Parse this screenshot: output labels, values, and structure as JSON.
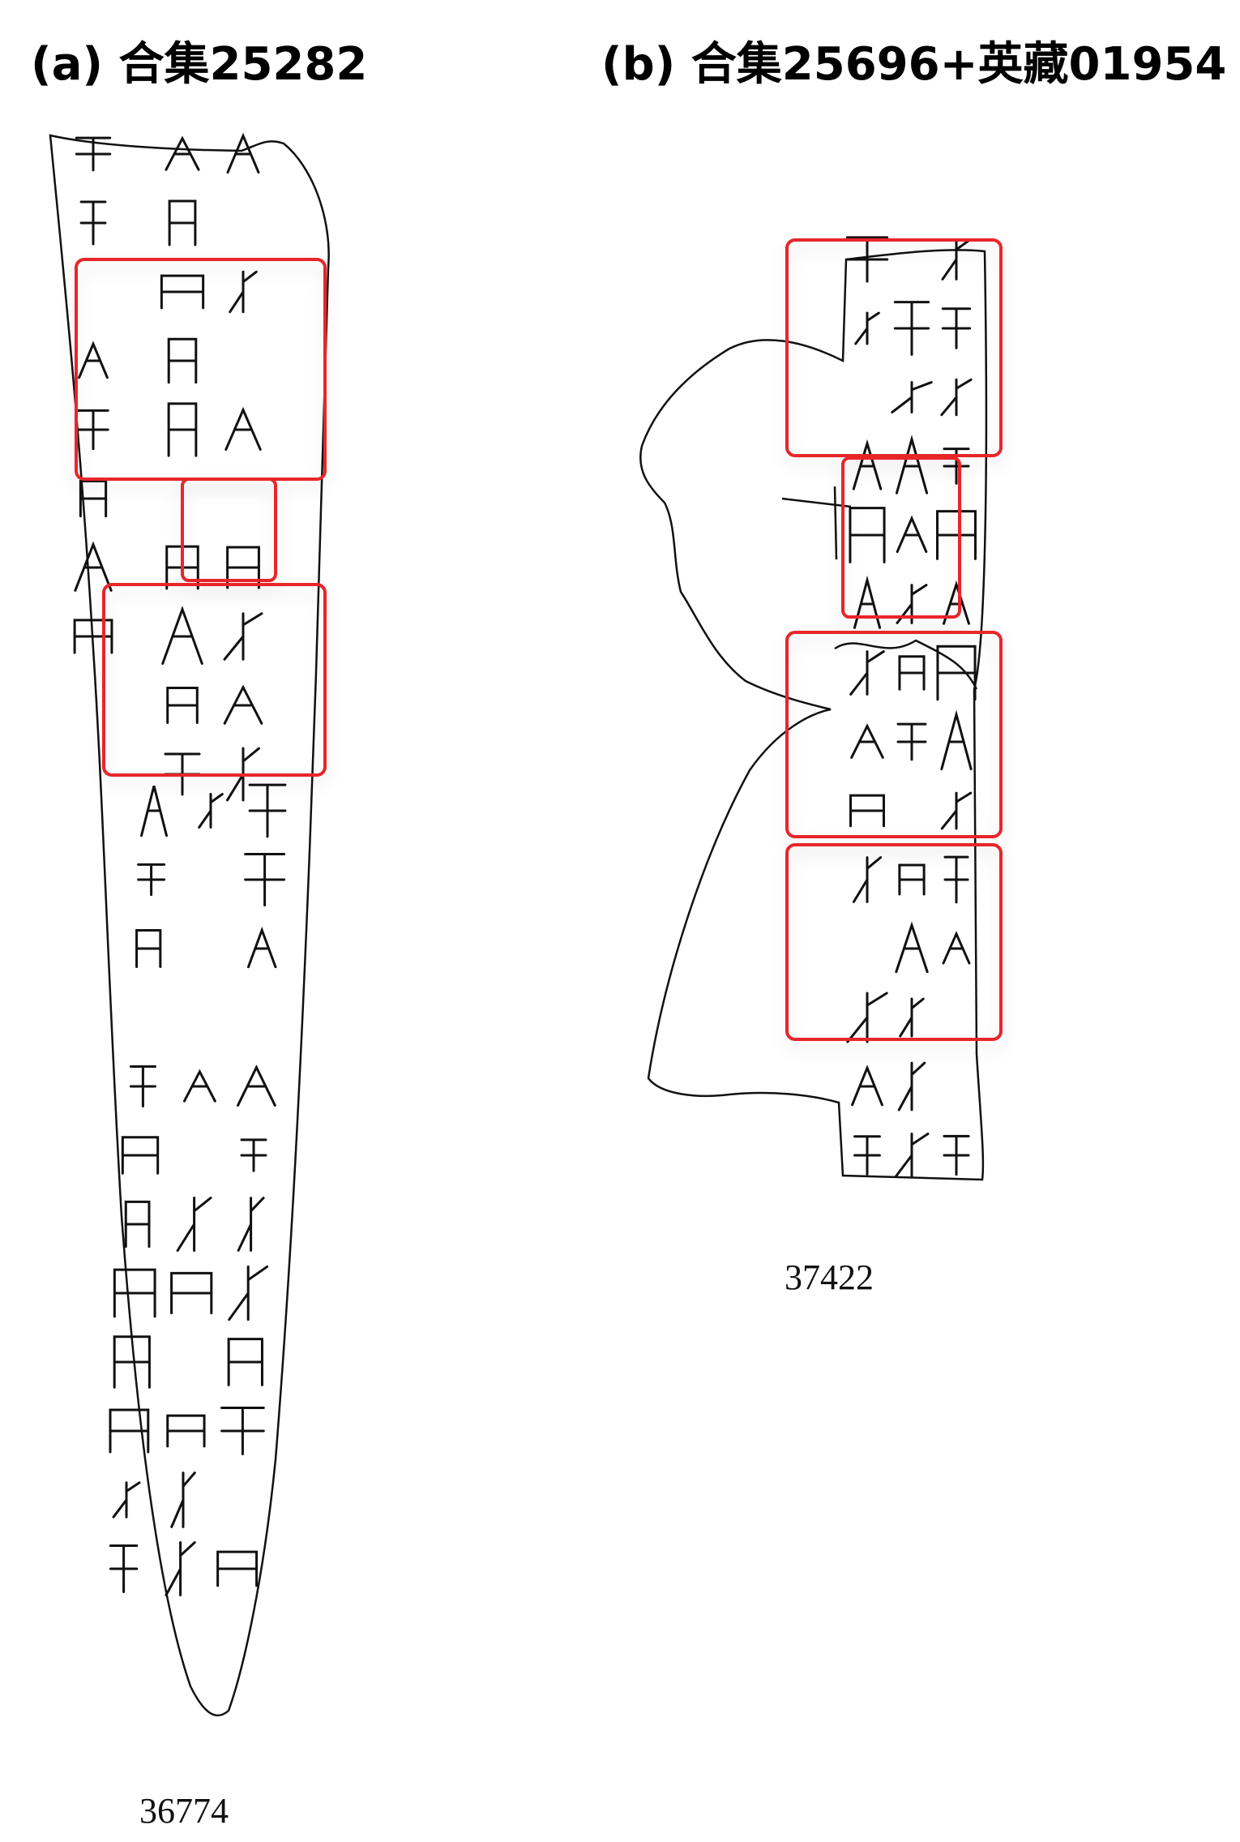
{
  "panels": [
    {
      "title": "(a) 合集25282",
      "caption": "36774",
      "highlight_count": 3
    },
    {
      "title": "(b) 合集25696+英藏01954",
      "caption": "37422",
      "highlight_count": 4
    }
  ],
  "colors": {
    "highlight": "#e8262a",
    "ink": "#111111"
  }
}
